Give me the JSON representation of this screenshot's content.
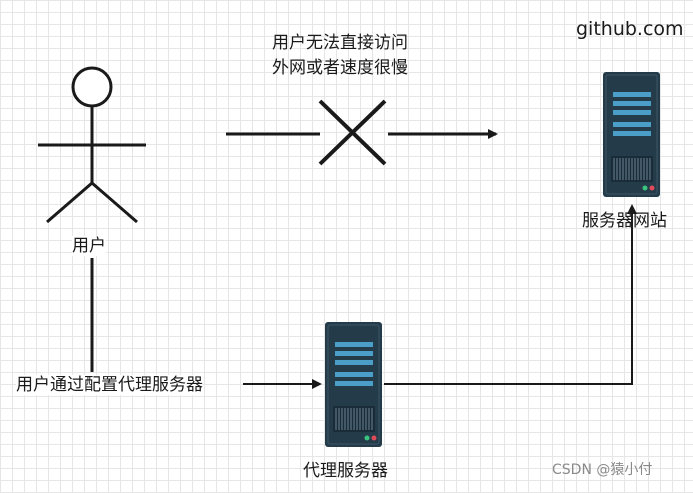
{
  "labels": {
    "blocked_note_line1": "用户无法直接访问",
    "blocked_note_line2": "外网或者速度很慢",
    "site_domain": "github.com",
    "user": "用户",
    "site_server": "服务器网站",
    "via_proxy": "用户通过配置代理服务器",
    "proxy_server": "代理服务器",
    "watermark": "CSDN @猿小付"
  },
  "colors": {
    "line": "#1a1a1a",
    "server_body": "#243b4a",
    "server_slot": "#4a9ec7",
    "server_led_green": "#3ac47d",
    "server_led_red": "#e04b59",
    "grid": "#e6e6e6"
  },
  "icons": {
    "user": "stick-figure-icon",
    "blocked": "x-cross-icon",
    "server": "server-rack-icon"
  }
}
